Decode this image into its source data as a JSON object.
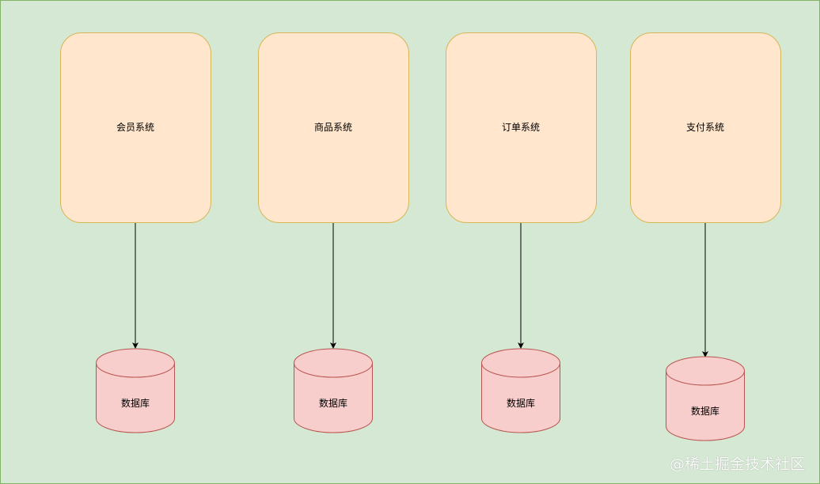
{
  "colors": {
    "background": "#d5e8d4",
    "background_border": "#82b366",
    "system_fill": "#ffe6cc",
    "system_border": "#d6b656",
    "db_fill": "#f8cecc",
    "db_border": "#b85450",
    "arrow": "#000000"
  },
  "systems": [
    {
      "label": "会员系统"
    },
    {
      "label": "商品系统"
    },
    {
      "label": "订单系统"
    },
    {
      "label": "支付系统"
    }
  ],
  "databases": [
    {
      "label": "数据库"
    },
    {
      "label": "数据库"
    },
    {
      "label": "数据库"
    },
    {
      "label": "数据库"
    }
  ],
  "watermark": "@稀土掘金技术社区"
}
